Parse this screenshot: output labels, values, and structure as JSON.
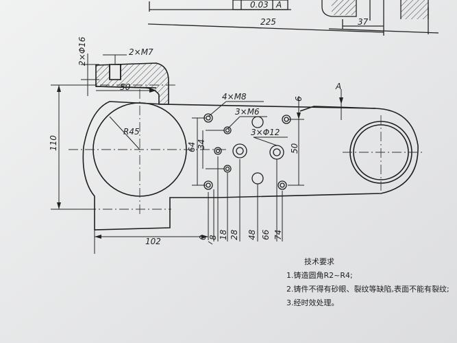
{
  "drawing": {
    "header": {
      "frame_value": "0.03",
      "frame_datum": "A",
      "overall_length": "225",
      "small_length": "37"
    },
    "dimensions": {
      "pin_holes": "2×M7",
      "pin_diameter": "2×Φ16",
      "slot_length": "50",
      "height": "110",
      "radius": "R45",
      "left_offset": "102",
      "m8_holes": "4×M8",
      "m6_holes": "3×M6",
      "d12_holes": "3×Φ12",
      "datum": "A",
      "rib": "6",
      "v64": "64",
      "v34": "34",
      "v50": "50",
      "x0": "0",
      "x8": "8",
      "x18": "18",
      "x28": "28",
      "x48": "48",
      "x66": "66",
      "x74": "74"
    },
    "notes": {
      "title": "技术要求",
      "items": [
        "1.铸造圆角R2~R4;",
        "2.铸件不得有砂眼、裂纹等缺陷,表面不能有裂纹;",
        "3.经时效处理。"
      ]
    }
  }
}
